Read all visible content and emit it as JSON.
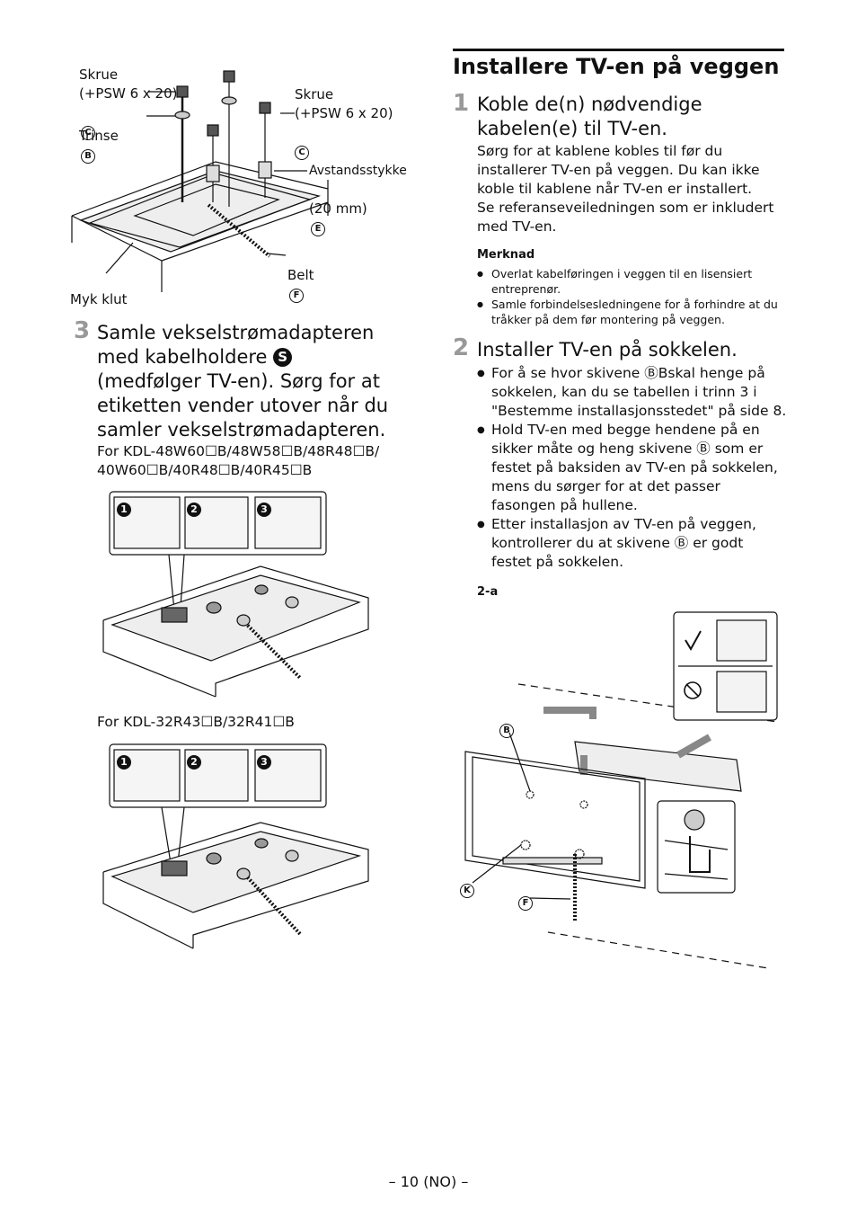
{
  "left_top_figure": {
    "skrue_c_left": "Skrue\n(+PSW 6 x 20)",
    "skrue_c_right": "Skrue\n(+PSW 6 x 20)",
    "trinse": "Trinse",
    "avstandsstykke_1": "Avstandsstykke",
    "avstandsstykke_2": "(20 mm)",
    "belt": "Belt",
    "myk_klut": "Myk klut",
    "letter_c": "C",
    "letter_b": "B",
    "letter_e": "E",
    "letter_f": "F"
  },
  "step3": {
    "number": "3",
    "title_1": "Samle vekselstrømadapteren",
    "title_2": "med kabelholdere",
    "title_badge": "S",
    "title_3": "(medfølger TV-en). Sørg for at",
    "title_4": "etiketten vender utover når du",
    "title_5": "samler vekselstrømadapteren.",
    "model_text_a": "For KDL-48W60☐B/48W58☐B/48R48☐B/\n40W60☐B/40R48☐B/40R45☐B",
    "model_text_b": "For KDL-32R43☐B/32R41☐B",
    "sub_steps": [
      "1",
      "2",
      "3"
    ]
  },
  "section": {
    "title": "Installere TV-en på veggen"
  },
  "step1": {
    "number": "1",
    "title": "Koble de(n) nødvendige\nkabelen(e) til TV-en.",
    "body": "Sørg for at kablene kobles til før du\ninstallerer TV-en på veggen. Du kan ikke\nkoble til kablene når TV-en er installert.\nSe referanseveiledningen som er inkludert\nmed TV-en.",
    "note_title": "Merknad",
    "notes": [
      "Overlat kabelføringen i veggen til en lisensiert\nentreprenør.",
      "Samle forbindelsesledningene for å forhindre at du\ntråkker på dem før montering på veggen."
    ]
  },
  "step2": {
    "number": "2",
    "title": "Installer TV-en på sokkelen.",
    "bullets": [
      "For å se hvor skivene ⒷBskal henge på\nsokkelen, kan du se tabellen i trinn 3 i\n\"Bestemme installasjonsstedet\" på side 8.",
      "Hold TV-en med begge hendene på en\nsikker måte og heng skivene Ⓑ som er\nfestet på baksiden av TV-en på sokkelen,\nmens du sørger for at det passer\nfasongen på hullene.",
      "Etter installasjon av TV-en på veggen,\nkontrollerer du at skivene Ⓑ er godt\nfestet på sokkelen."
    ],
    "figure_label": "2-a",
    "fig_letter_b": "B",
    "fig_letter_k": "K",
    "fig_letter_f": "F"
  },
  "footer": {
    "page": "– 10 (NO) –"
  }
}
